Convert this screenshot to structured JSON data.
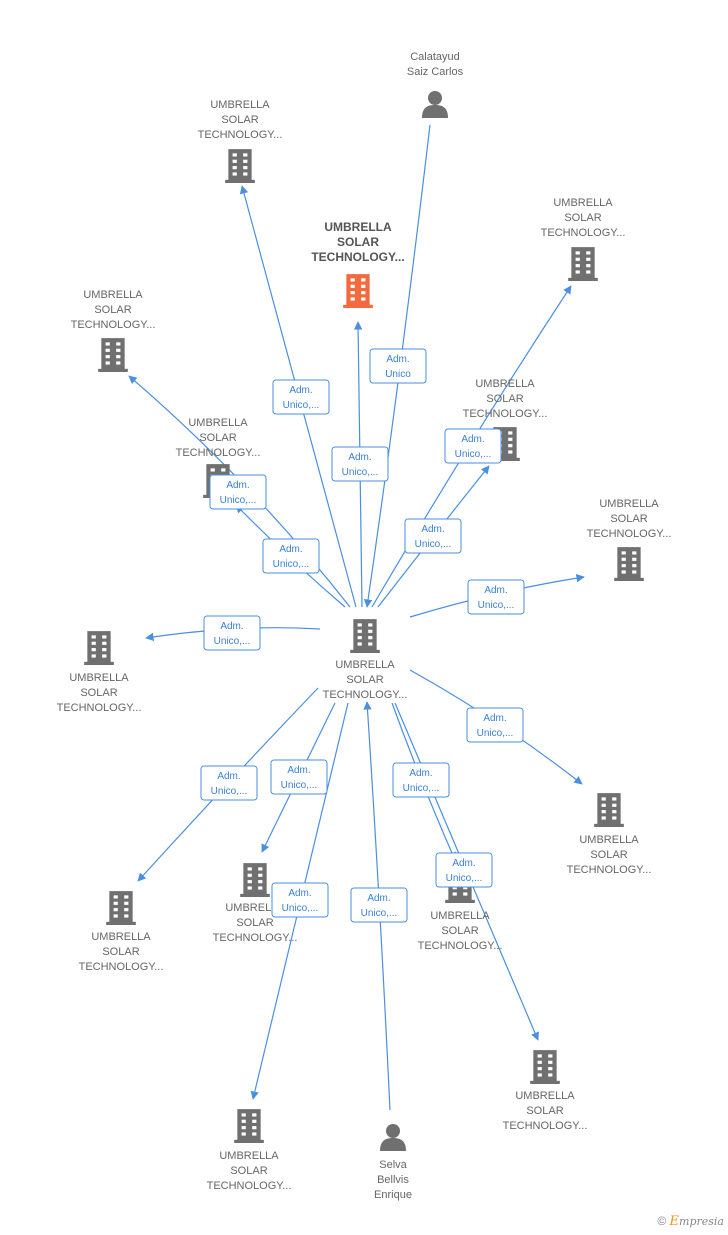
{
  "colors": {
    "edge": "#4a8fe0",
    "node": "#707070",
    "highlight": "#f26a3d",
    "brand": "#e8961a"
  },
  "nodes": [
    {
      "id": "center",
      "type": "company",
      "lines": [
        "UMBRELLA",
        "SOLAR",
        "TECHNOLOGY..."
      ]
    },
    {
      "id": "highlight",
      "type": "company",
      "highlight": true,
      "lines": [
        "UMBRELLA",
        "SOLAR",
        "TECHNOLOGY..."
      ]
    },
    {
      "id": "p-calatayud",
      "type": "person",
      "lines": [
        "Calatayud",
        "Saiz Carlos"
      ]
    },
    {
      "id": "p-selva",
      "type": "person",
      "lines": [
        "Selva",
        "Bellvis",
        "Enrique"
      ]
    },
    {
      "id": "c-top",
      "type": "company",
      "lines": [
        "UMBRELLA",
        "SOLAR",
        "TECHNOLOGY..."
      ]
    },
    {
      "id": "c-topright",
      "type": "company",
      "lines": [
        "UMBRELLA",
        "SOLAR",
        "TECHNOLOGY..."
      ]
    },
    {
      "id": "c-upleft",
      "type": "company",
      "lines": [
        "UMBRELLA",
        "SOLAR",
        "TECHNOLOGY..."
      ]
    },
    {
      "id": "c-midleft",
      "type": "company",
      "lines": [
        "UMBRELLA",
        "SOLAR",
        "TECHNOLOGY..."
      ]
    },
    {
      "id": "c-midright",
      "type": "company",
      "lines": [
        "UMBRELLA",
        "SOLAR",
        "TECHNOLOGY..."
      ]
    },
    {
      "id": "c-right",
      "type": "company",
      "lines": [
        "UMBRELLA",
        "SOLAR",
        "TECHNOLOGY..."
      ]
    },
    {
      "id": "c-left",
      "type": "company",
      "lines": [
        "UMBRELLA",
        "SOLAR",
        "TECHNOLOGY..."
      ]
    },
    {
      "id": "c-lowright",
      "type": "company",
      "lines": [
        "UMBRELLA",
        "SOLAR",
        "TECHNOLOGY..."
      ]
    },
    {
      "id": "c-lowleft",
      "type": "company",
      "lines": [
        "UMBRELLA",
        "SOLAR",
        "TECHNOLOGY..."
      ]
    },
    {
      "id": "c-lowmid",
      "type": "company",
      "lines": [
        "UMBRELLA",
        "SOLAR",
        "TECHNOLOGY..."
      ]
    },
    {
      "id": "c-lowmidright",
      "type": "company",
      "lines": [
        "UMBRELLA",
        "SOLAR",
        "TECHNOLOGY..."
      ]
    },
    {
      "id": "c-bottomright",
      "type": "company",
      "lines": [
        "UMBRELLA",
        "SOLAR",
        "TECHNOLOGY..."
      ]
    },
    {
      "id": "c-bottomleft",
      "type": "company",
      "lines": [
        "UMBRELLA",
        "SOLAR",
        "TECHNOLOGY..."
      ]
    }
  ],
  "edges": [
    {
      "from": "p-calatayud",
      "to": "center",
      "label": [
        "Adm.",
        "Unico"
      ]
    },
    {
      "from": "center",
      "to": "c-top",
      "label": [
        "Adm.",
        "Unico,..."
      ]
    },
    {
      "from": "center",
      "to": "highlight",
      "label": [
        "Adm.",
        "Unico,..."
      ]
    },
    {
      "from": "center",
      "to": "c-topright",
      "label": [
        "Adm.",
        "Unico,..."
      ]
    },
    {
      "from": "center",
      "to": "c-midright",
      "label": [
        "Adm.",
        "Unico,..."
      ]
    },
    {
      "from": "center",
      "to": "c-upleft",
      "label": [
        "Adm.",
        "Unico,..."
      ]
    },
    {
      "from": "center",
      "to": "c-midleft",
      "label": [
        "Adm.",
        "Unico,..."
      ]
    },
    {
      "from": "center",
      "to": "c-right",
      "label": [
        "Adm.",
        "Unico,..."
      ]
    },
    {
      "from": "center",
      "to": "c-left",
      "label": [
        "Adm.",
        "Unico,..."
      ]
    },
    {
      "from": "center",
      "to": "c-lowright",
      "label": [
        "Adm.",
        "Unico,..."
      ]
    },
    {
      "from": "center",
      "to": "c-lowleft",
      "label": [
        "Adm.",
        "Unico,..."
      ]
    },
    {
      "from": "center",
      "to": "c-lowmid",
      "label": [
        "Adm.",
        "Unico,..."
      ]
    },
    {
      "from": "center",
      "to": "c-lowmidright",
      "label": [
        "Adm.",
        "Unico,..."
      ]
    },
    {
      "from": "center",
      "to": "c-bottomleft",
      "label": [
        "Adm.",
        "Unico,..."
      ]
    },
    {
      "from": "center",
      "to": "c-bottomright",
      "label": [
        "Adm.",
        "Unico,..."
      ]
    },
    {
      "from": "p-selva",
      "to": "center",
      "label": [
        "Adm.",
        "Unico,..."
      ]
    }
  ],
  "footer": {
    "copyright": "©",
    "brand_initial": "E",
    "brand_rest": "mpresia"
  }
}
